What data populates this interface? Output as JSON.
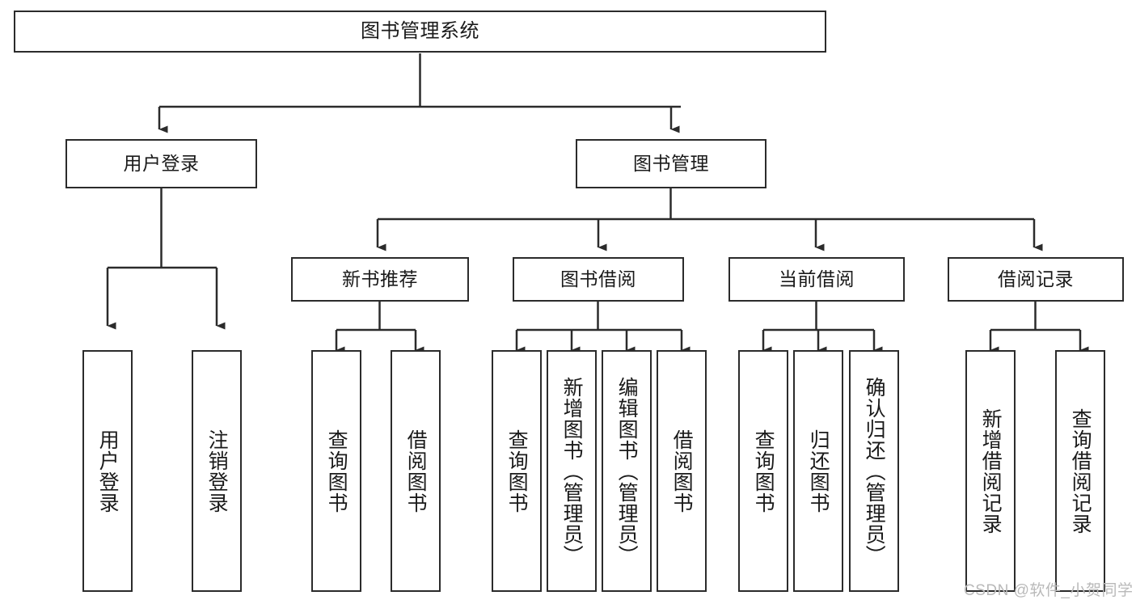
{
  "diagram": {
    "title": "图书管理系统",
    "type": "hierarchy-tree",
    "watermark": "CSDN @软件_小贺同学",
    "colors": {
      "stroke": "#2b2b2b",
      "fill": "#ffffff",
      "text": "#1a1a1a",
      "watermark": "#b9b9b9"
    },
    "nodes": {
      "root": {
        "label": "图书管理系统"
      },
      "level1": [
        {
          "id": "user-login",
          "label": "用户登录"
        },
        {
          "id": "book-manage",
          "label": "图书管理"
        }
      ],
      "level2": [
        {
          "id": "new-book-recommend",
          "label": "新书推荐"
        },
        {
          "id": "book-borrow",
          "label": "图书借阅"
        },
        {
          "id": "current-borrow",
          "label": "当前借阅"
        },
        {
          "id": "borrow-record",
          "label": "借阅记录"
        }
      ],
      "leaves": {
        "user-login": [
          {
            "id": "leaf-user-login",
            "label": "用户登录"
          },
          {
            "id": "leaf-logout",
            "label": "注销登录"
          }
        ],
        "new-book-recommend": [
          {
            "id": "leaf-query-book-1",
            "label": "查询图书"
          },
          {
            "id": "leaf-borrow-book-1",
            "label": "借阅图书"
          }
        ],
        "book-borrow": [
          {
            "id": "leaf-query-book-2",
            "label": "查询图书"
          },
          {
            "id": "leaf-add-book",
            "label": "新增图书（管理员）"
          },
          {
            "id": "leaf-edit-book",
            "label": "编辑图书（管理员）"
          },
          {
            "id": "leaf-borrow-book-2",
            "label": "借阅图书"
          }
        ],
        "current-borrow": [
          {
            "id": "leaf-query-book-3",
            "label": "查询图书"
          },
          {
            "id": "leaf-return-book",
            "label": "归还图书"
          },
          {
            "id": "leaf-confirm-return",
            "label": "确认归还（管理员）"
          }
        ],
        "borrow-record": [
          {
            "id": "leaf-add-record",
            "label": "新增借阅记录"
          },
          {
            "id": "leaf-query-record",
            "label": "查询借阅记录"
          }
        ]
      }
    }
  }
}
